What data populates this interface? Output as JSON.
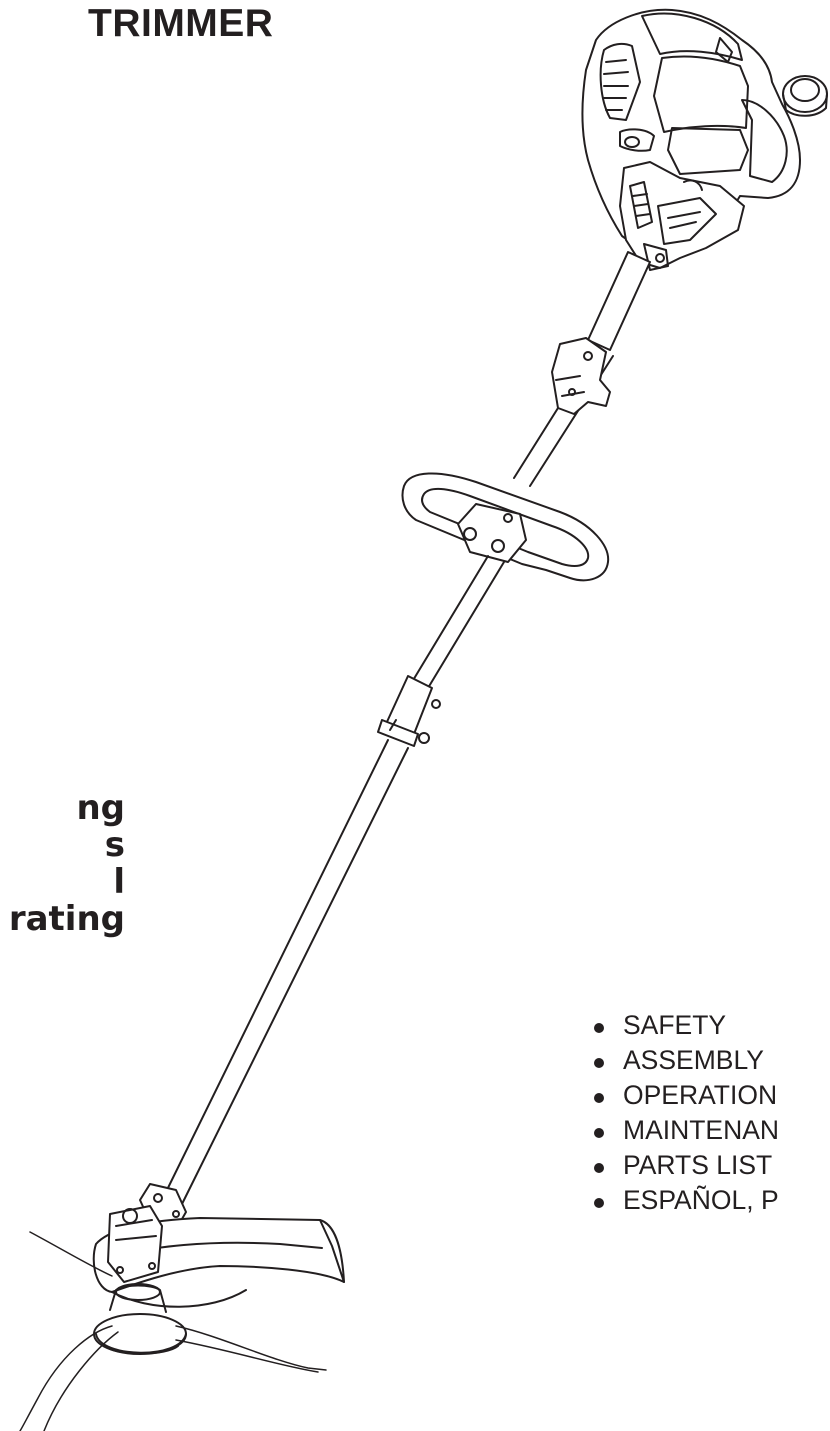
{
  "header": {
    "title": "TRIMMER"
  },
  "warning_block": {
    "lines": [
      "ng",
      "s",
      "l",
      "rating"
    ]
  },
  "contents": {
    "items": [
      "SAFETY",
      "ASSEMBLY",
      "OPERATION",
      "MAINTENAN",
      "PARTS LIST",
      "ESPAÑOL, P"
    ]
  },
  "colors": {
    "ink": "#231f20",
    "background": "#ffffff"
  },
  "illustration": {
    "icon": "string-trimmer-line-drawing"
  }
}
